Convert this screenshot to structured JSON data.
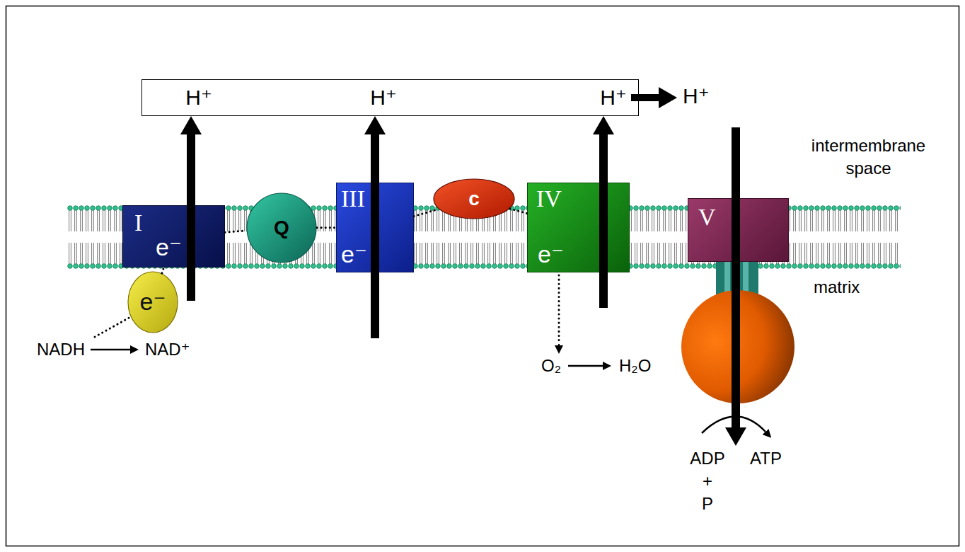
{
  "diagram": {
    "nodes": [
      {
        "text": [
          "H⁺",
          "H⁺",
          "H⁺"
        ]
      },
      {
        "text": [
          "I",
          "e⁻"
        ]
      },
      {
        "text": [
          "e⁻"
        ]
      },
      {
        "text": [
          "Q"
        ]
      },
      {
        "text": [
          "III",
          "e⁻"
        ]
      },
      {
        "text": [
          "c"
        ]
      },
      {
        "text": [
          "IV",
          "e⁻"
        ]
      },
      {
        "text": [
          "V"
        ]
      }
    ],
    "edges": [
      {
        "from": 2,
        "to": 1,
        "arrow": "none"
      },
      {
        "from": 1,
        "to": 3,
        "arrow": "none"
      },
      {
        "from": 3,
        "to": 4,
        "arrow": "none"
      },
      {
        "from": 4,
        "to": 5,
        "arrow": "none"
      },
      {
        "from": 5,
        "to": 6,
        "arrow": "none"
      },
      {
        "from": 1,
        "to": 0,
        "arrow": "to"
      },
      {
        "from": 4,
        "to": 0,
        "arrow": "to"
      },
      {
        "from": 6,
        "to": 0,
        "arrow": "to"
      }
    ],
    "labels": [
      "H⁺",
      "intermembrane space",
      "matrix",
      "NADH",
      "NAD⁺",
      "O₂",
      "H₂O",
      "ADP",
      "+",
      "P",
      "ATP"
    ]
  }
}
